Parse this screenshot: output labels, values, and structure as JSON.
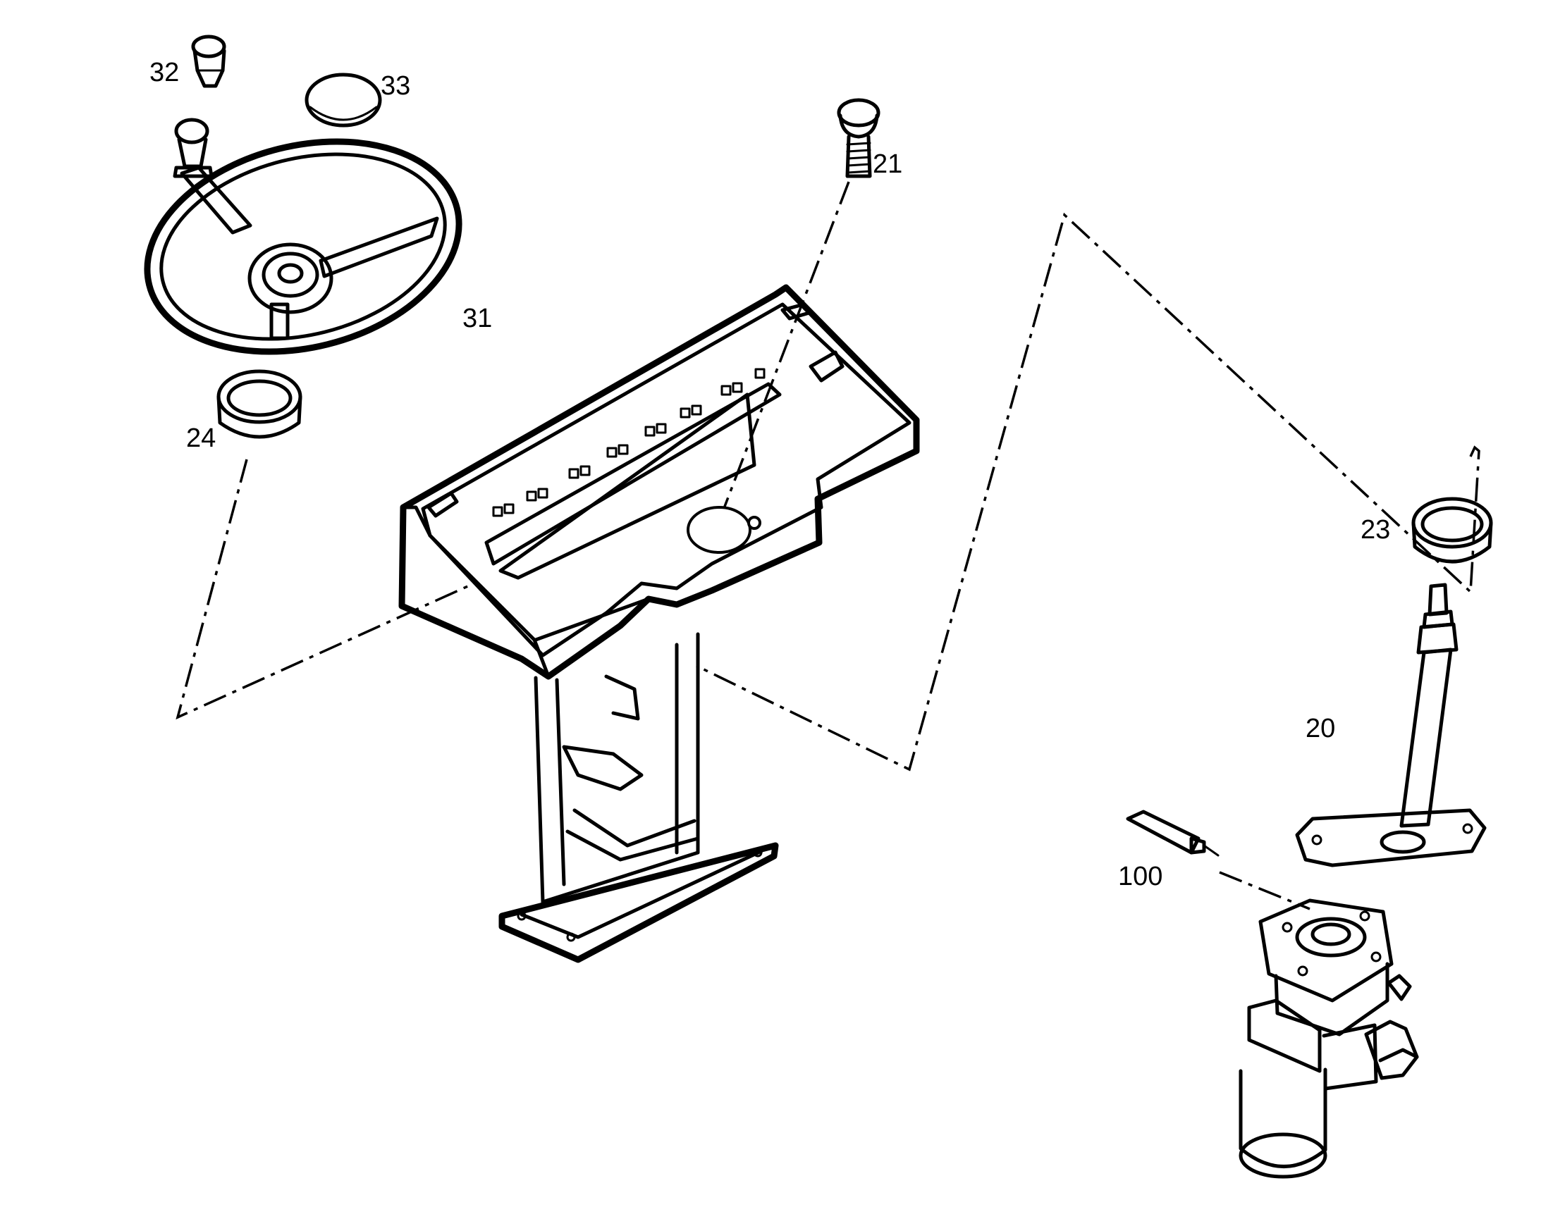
{
  "parts": [
    {
      "id": "part-20",
      "label": "20",
      "icon": "steering-shaft-icon"
    },
    {
      "id": "part-21",
      "label": "21",
      "icon": "bolt-icon"
    },
    {
      "id": "part-23",
      "label": "23",
      "icon": "ring-icon"
    },
    {
      "id": "part-24",
      "label": "24",
      "icon": "ring-icon"
    },
    {
      "id": "part-31",
      "label": "31",
      "icon": "steering-wheel-icon"
    },
    {
      "id": "part-32",
      "label": "32",
      "icon": "knob-icon"
    },
    {
      "id": "part-33",
      "label": "33",
      "icon": "cap-icon"
    },
    {
      "id": "part-100",
      "label": "100",
      "icon": "sealant-tube-icon"
    }
  ]
}
